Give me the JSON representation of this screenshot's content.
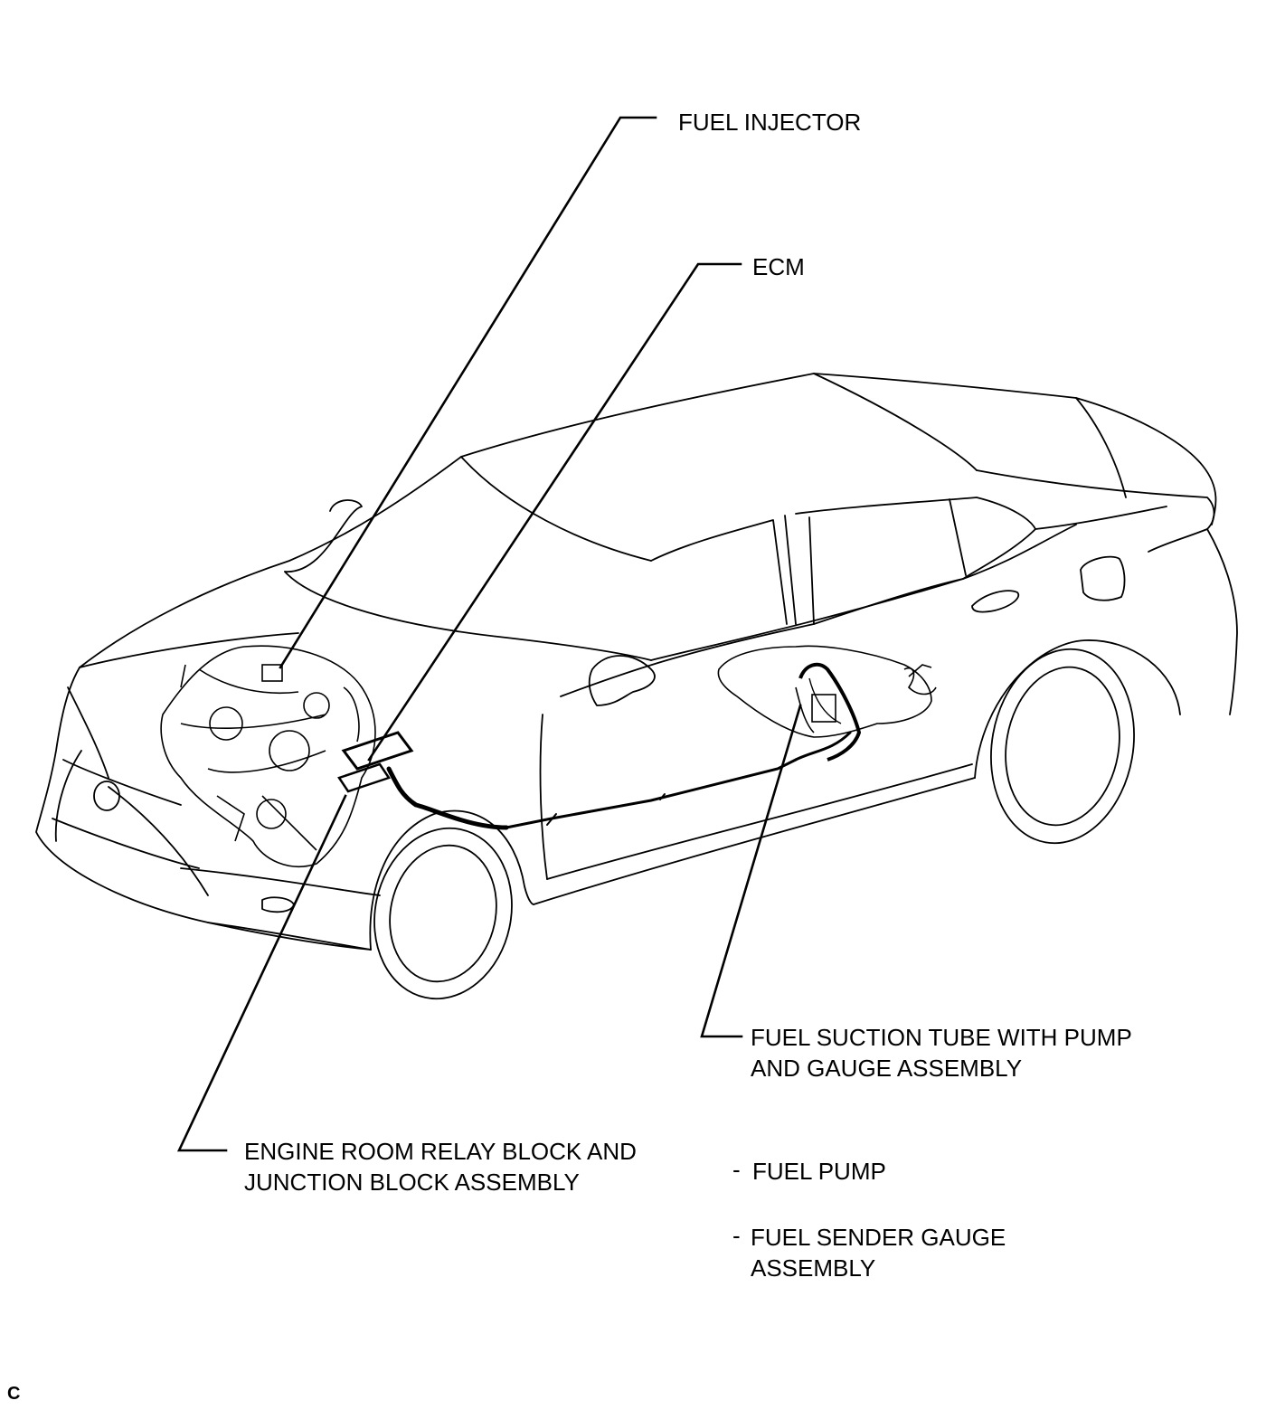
{
  "labels": {
    "fuel_injector": "FUEL INJECTOR",
    "ecm": "ECM",
    "suction_tube_line1": "FUEL SUCTION TUBE WITH PUMP",
    "suction_tube_line2": "AND GAUGE ASSEMBLY",
    "relay_block_line1": "ENGINE ROOM RELAY BLOCK AND",
    "relay_block_line2": "JUNCTION BLOCK ASSEMBLY",
    "fuel_pump": "FUEL PUMP",
    "sender_gauge_line1": "FUEL SENDER GAUGE",
    "sender_gauge_line2": "ASSEMBLY",
    "bullet": "-"
  },
  "figure_code": "C"
}
